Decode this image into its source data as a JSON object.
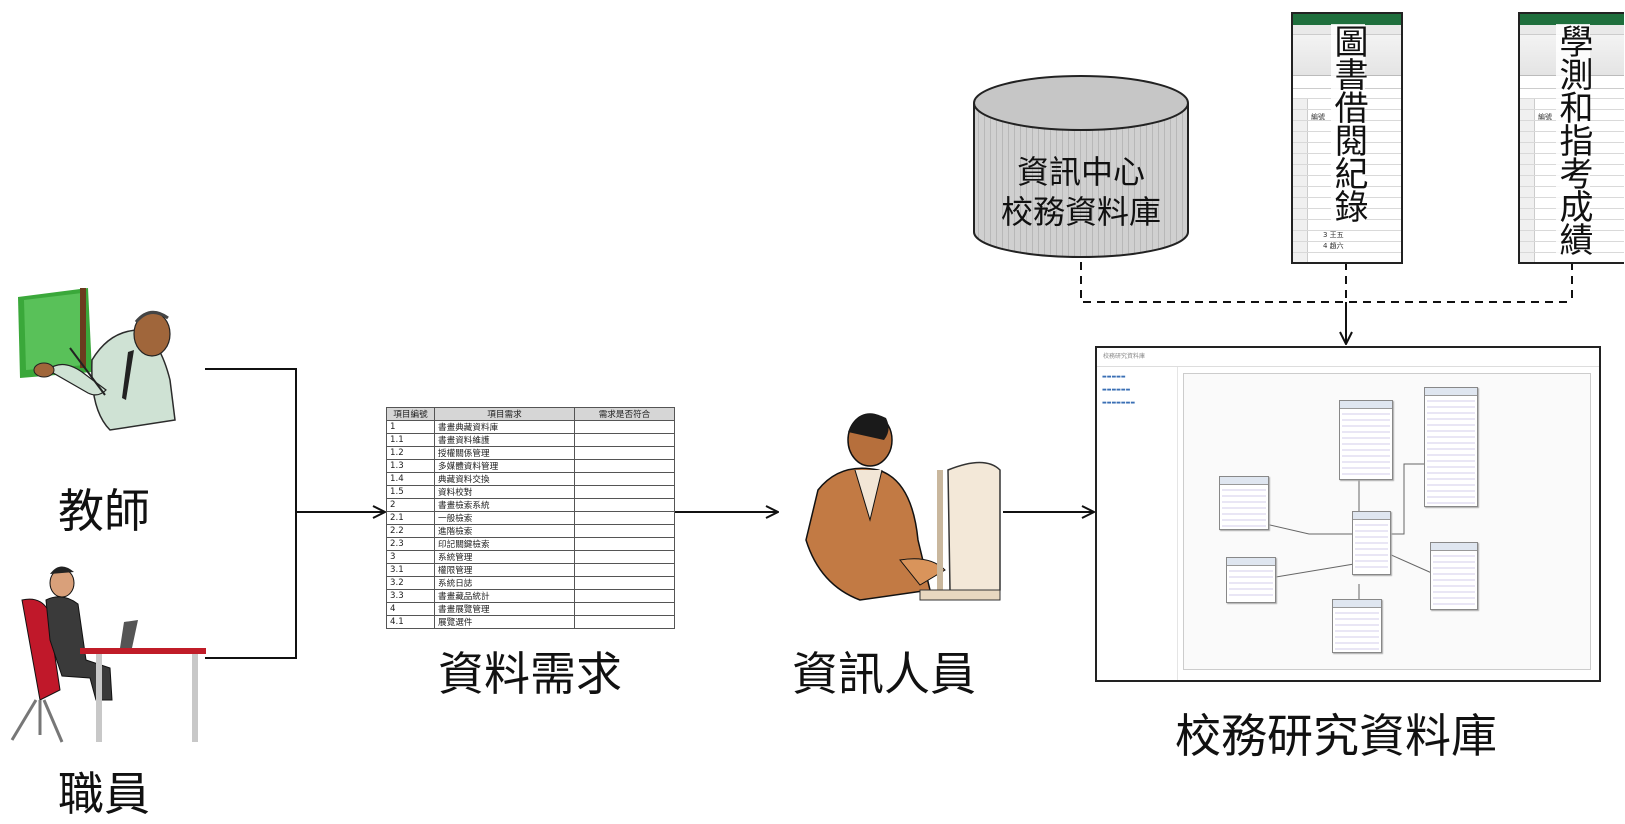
{
  "nodes": {
    "teacher": {
      "label": "教師",
      "icon": "teacher-presenting-icon"
    },
    "staff": {
      "label": "職員",
      "icon": "office-worker-icon"
    },
    "requirements": {
      "label": "資料需求"
    },
    "it_staff": {
      "label": "資訊人員",
      "icon": "computer-user-icon"
    },
    "info_db": {
      "line1": "資訊中心",
      "line2": "校務資料庫"
    },
    "library_sheet": {
      "label": "圖書借閱紀錄",
      "cell_a1": "編號",
      "row13": "3 王五",
      "row14": "4 趙六"
    },
    "exam_sheet": {
      "label": "學測和指考成績",
      "cell_a1": "編號"
    },
    "research_db": {
      "label": "校務研究資料庫",
      "window_title": "校務研究資料庫"
    }
  },
  "requirements_table": {
    "headers": [
      "項目編號",
      "項目需求",
      "需求是否符合"
    ],
    "rows": [
      [
        "1",
        "書畫典藏資料庫",
        ""
      ],
      [
        "1.1",
        "書畫資料維護",
        ""
      ],
      [
        "1.2",
        "授權關係管理",
        ""
      ],
      [
        "1.3",
        "多媒體資料管理",
        ""
      ],
      [
        "1.4",
        "典藏資料交換",
        ""
      ],
      [
        "1.5",
        "資料校對",
        ""
      ],
      [
        "2",
        "書畫檢索系統",
        ""
      ],
      [
        "2.1",
        "一般檢索",
        ""
      ],
      [
        "2.2",
        "進階檢索",
        ""
      ],
      [
        "2.3",
        "印記關鍵檢索",
        ""
      ],
      [
        "3",
        "系統管理",
        ""
      ],
      [
        "3.1",
        "權限管理",
        ""
      ],
      [
        "3.2",
        "系統日誌",
        ""
      ],
      [
        "3.3",
        "書畫藏品統計",
        ""
      ],
      [
        "4",
        "書畫展覽管理",
        ""
      ],
      [
        "4.1",
        "展覽選件",
        ""
      ]
    ]
  },
  "colors": {
    "line": "#111111",
    "db_fill": "#cfcfcf",
    "excel_green": "#1f6f3d"
  }
}
